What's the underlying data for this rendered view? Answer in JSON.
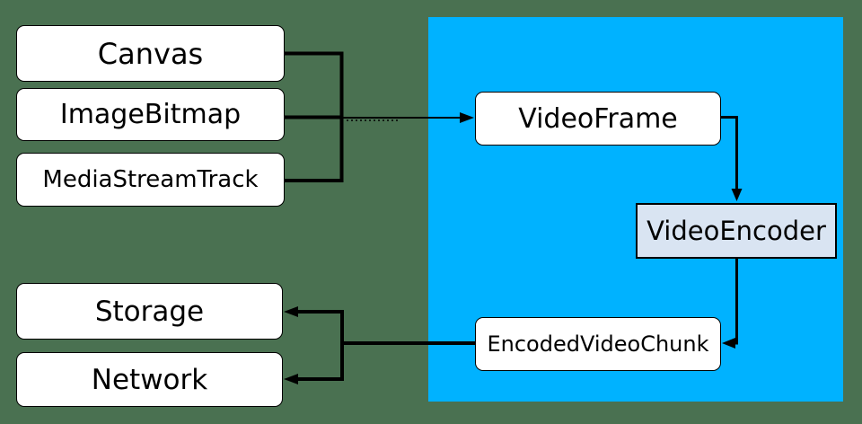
{
  "colors": {
    "background": "#4a7151",
    "highlight": "#00b2ff",
    "node_fill": "#ffffff",
    "encoder_fill": "#d9e4f2",
    "line": "#000000"
  },
  "nodes": {
    "canvas": {
      "label": "Canvas"
    },
    "image_bitmap": {
      "label": "ImageBitmap"
    },
    "media_stream_track": {
      "label": "MediaStreamTrack"
    },
    "video_frame": {
      "label": "VideoFrame"
    },
    "video_encoder": {
      "label": "VideoEncoder"
    },
    "encoded_video_chunk": {
      "label": "EncodedVideoChunk"
    },
    "storage": {
      "label": "Storage"
    },
    "network": {
      "label": "Network"
    }
  },
  "edges": [
    {
      "from": "Canvas",
      "to": "VideoFrame"
    },
    {
      "from": "ImageBitmap",
      "to": "VideoFrame"
    },
    {
      "from": "MediaStreamTrack",
      "to": "VideoFrame"
    },
    {
      "from": "VideoFrame",
      "to": "VideoEncoder"
    },
    {
      "from": "VideoEncoder",
      "to": "EncodedVideoChunk"
    },
    {
      "from": "EncodedVideoChunk",
      "to": "Storage"
    },
    {
      "from": "EncodedVideoChunk",
      "to": "Network"
    }
  ]
}
